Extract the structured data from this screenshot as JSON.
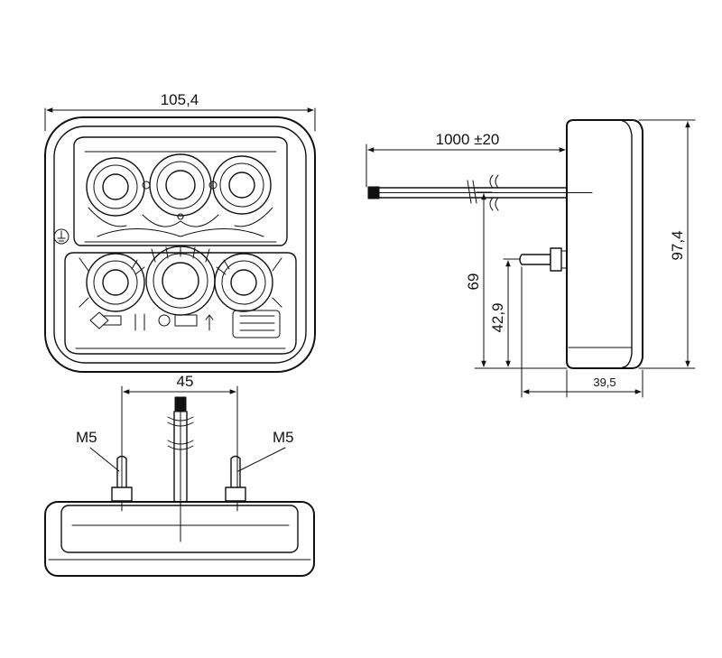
{
  "dimensions": {
    "front_width": "105,4",
    "cable_length": "1000 ±20",
    "overall_height": "97,4",
    "cable_height": "69",
    "bolt_height": "42,9",
    "bolt_spacing": "45",
    "depth": "39,5"
  },
  "labels": {
    "thread_left": "M5",
    "thread_right": "M5"
  },
  "colors": {
    "line": "#111111",
    "background": "#ffffff"
  }
}
